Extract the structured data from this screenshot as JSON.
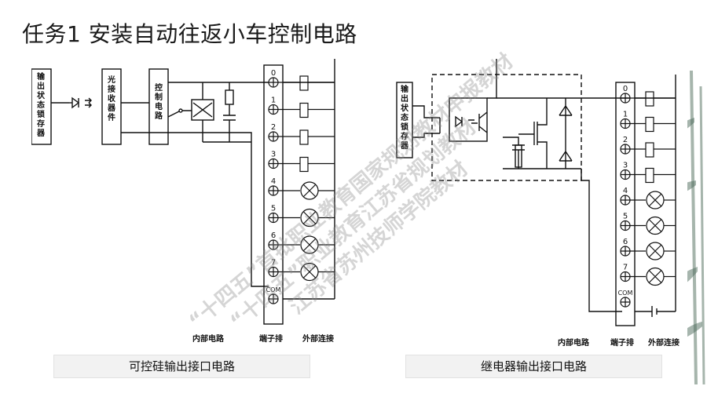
{
  "title": "任务1 安装自动往返小车控制电路",
  "left_diagram": {
    "caption": "可控硅输出接口电路",
    "blocks": [
      "输出状态锁存器",
      "光接收器件",
      "控制电路"
    ],
    "terminals": [
      "0",
      "1",
      "2",
      "3",
      "4",
      "5",
      "6",
      "7",
      "COM"
    ],
    "bottom_labels": [
      "内部电路",
      "端子排",
      "外部连接"
    ]
  },
  "right_diagram": {
    "caption": "继电器输出接口电路",
    "blocks": [
      "输出状态锁存器"
    ],
    "terminals": [
      "0",
      "1",
      "2",
      "3",
      "4",
      "5",
      "6",
      "7",
      "COM"
    ],
    "bottom_labels": [
      "内部电路",
      "端子排",
      "外部连接"
    ]
  },
  "watermark": {
    "lines": [
      "“十四五”首批职业教育国家规划教材申报教材",
      "“十四五”职业教育江苏省规划教材",
      "江苏省苏州技师学院教材"
    ]
  }
}
